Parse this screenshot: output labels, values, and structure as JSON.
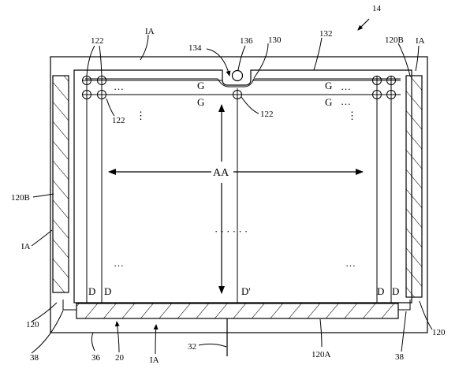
{
  "figure": {
    "ref_main": "14",
    "ref_ia_top": "IA",
    "ref_ia_right": "IA",
    "ref_ia_left": "IA",
    "ref_ia_bottom": "IA",
    "ref_120B_left": "120B",
    "ref_120B_right": "120B",
    "ref_122_tl": "122",
    "ref_122_tl2": "122",
    "ref_122_center": "122",
    "ref_134": "134",
    "ref_136": "136",
    "ref_130": "130",
    "ref_132": "132",
    "ref_120_left": "120",
    "ref_120_right": "120",
    "ref_38_left": "38",
    "ref_38_right": "38",
    "ref_36": "36",
    "ref_20": "20",
    "ref_32": "32",
    "ref_120A": "120A",
    "gate_g1": "G",
    "gate_g2": "G",
    "gate_g3": "G",
    "gate_g4": "G",
    "data_d1": "D",
    "data_d2": "D",
    "data_dprime": "D'",
    "data_d3": "D",
    "data_d4": "D",
    "active_area": "AA",
    "dots_h": "…",
    "dots_v": "⋮",
    "dots_center": "· · · · · ·"
  }
}
